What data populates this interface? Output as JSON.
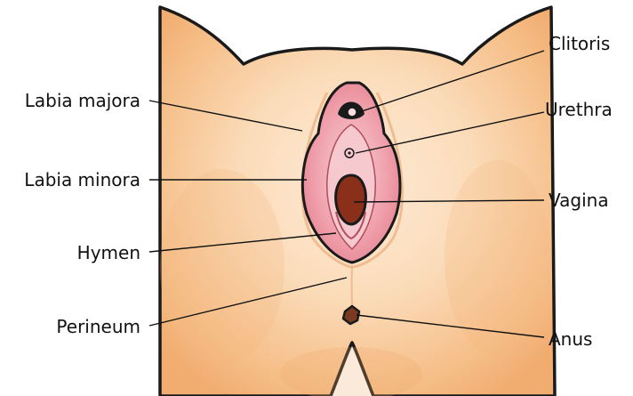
{
  "labels": {
    "labia_majora": "Labia majora",
    "labia_minora": "Labia minora",
    "hymen": "Hymen",
    "perineum": "Perineum",
    "clitoris": "Clitoris",
    "urethra": "Urethra",
    "vagina": "Vagina",
    "anus": "Anus"
  },
  "colors": {
    "skin_light": "#fde6cb",
    "skin_shade": "#f2b47a",
    "outline": "#1a1a1a",
    "labia_minora": "#e98f9b",
    "labia_inner": "#f6c9cf",
    "vaginal_opening": "#8a2f1a",
    "anus": "#7a3a22"
  }
}
